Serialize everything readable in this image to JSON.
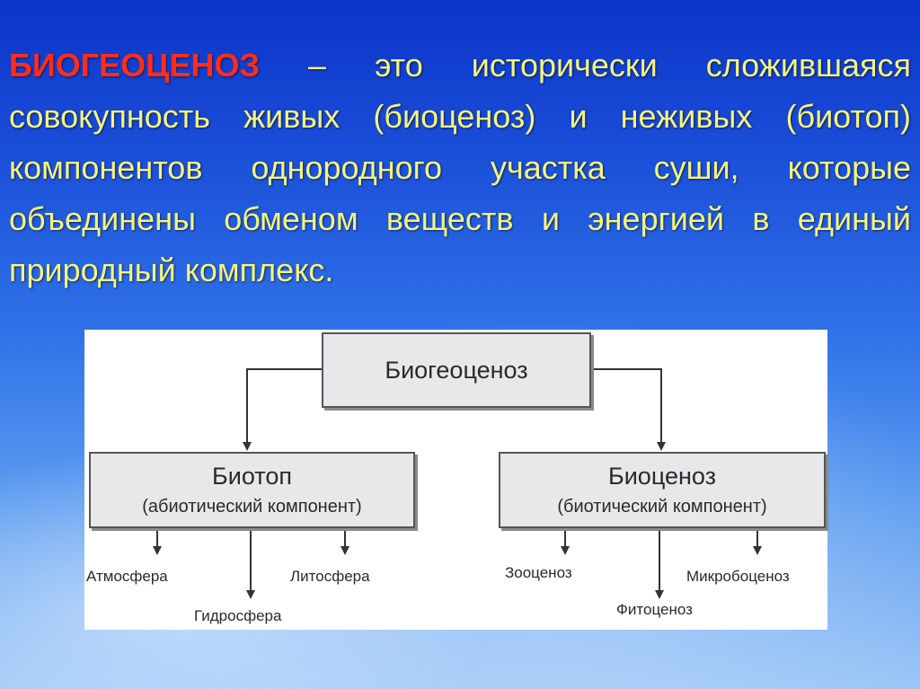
{
  "definition": {
    "term": "БИОГЕОЦЕНОЗ",
    "text": " – это исторически сложившаяся совокупность живых (биоценоз) и неживых (биотоп) компонентов однородного участка суши, которые объединены обменом веществ и энергией в единый природный комплекс."
  },
  "diagram": {
    "root": {
      "title": "Биогеоценоз"
    },
    "biotope": {
      "title": "Биотоп",
      "subtitle": "(абиотический компонент)"
    },
    "biocenosis": {
      "title": "Биоценоз",
      "subtitle": "(биотический компонент)"
    },
    "biotope_parts": [
      "Атмосфера",
      "Гидросфера",
      "Литосфера"
    ],
    "biocenosis_parts": [
      "Зооценоз",
      "Фитоценоз",
      "Микробоценоз"
    ]
  }
}
